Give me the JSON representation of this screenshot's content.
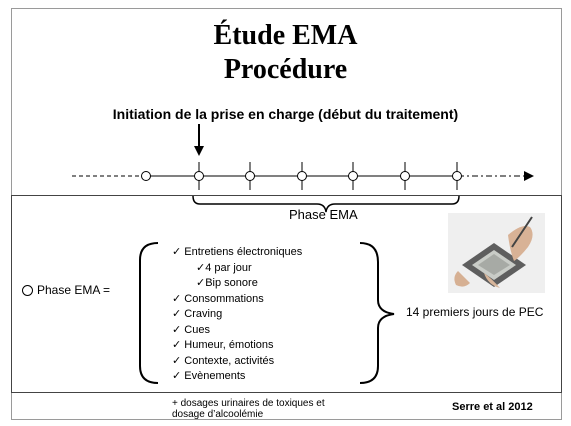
{
  "slide": {
    "title_line1": "Étude EMA",
    "title_line2": "Procédure",
    "initiation": "Initiation de la prise en charge (début du traitement)",
    "phase_ema_label": "Phase EMA",
    "phase_eq": "Phase EMA =",
    "list": {
      "entretiens": "Entretiens électroniques",
      "sub1": "4 par jour",
      "sub2": "Bip sonore",
      "consommations": "Consommations",
      "craving": "Craving",
      "cues": "Cues",
      "humeur": "Humeur, émotions",
      "contexte": "Contexte, activités",
      "evenements": "Evènements"
    },
    "premiers": "14 premiers jours de PEC",
    "dosages_line1": "+ dosages urinaires de toxiques et",
    "dosages_line2": "dosage d’alcoolémie",
    "citation": "Serre et al 2012"
  },
  "colors": {
    "frame": "#9a9a9a",
    "text": "#000000"
  },
  "icons": [
    "down-arrow-icon",
    "timeline-ring-icon",
    "pda-photo"
  ]
}
